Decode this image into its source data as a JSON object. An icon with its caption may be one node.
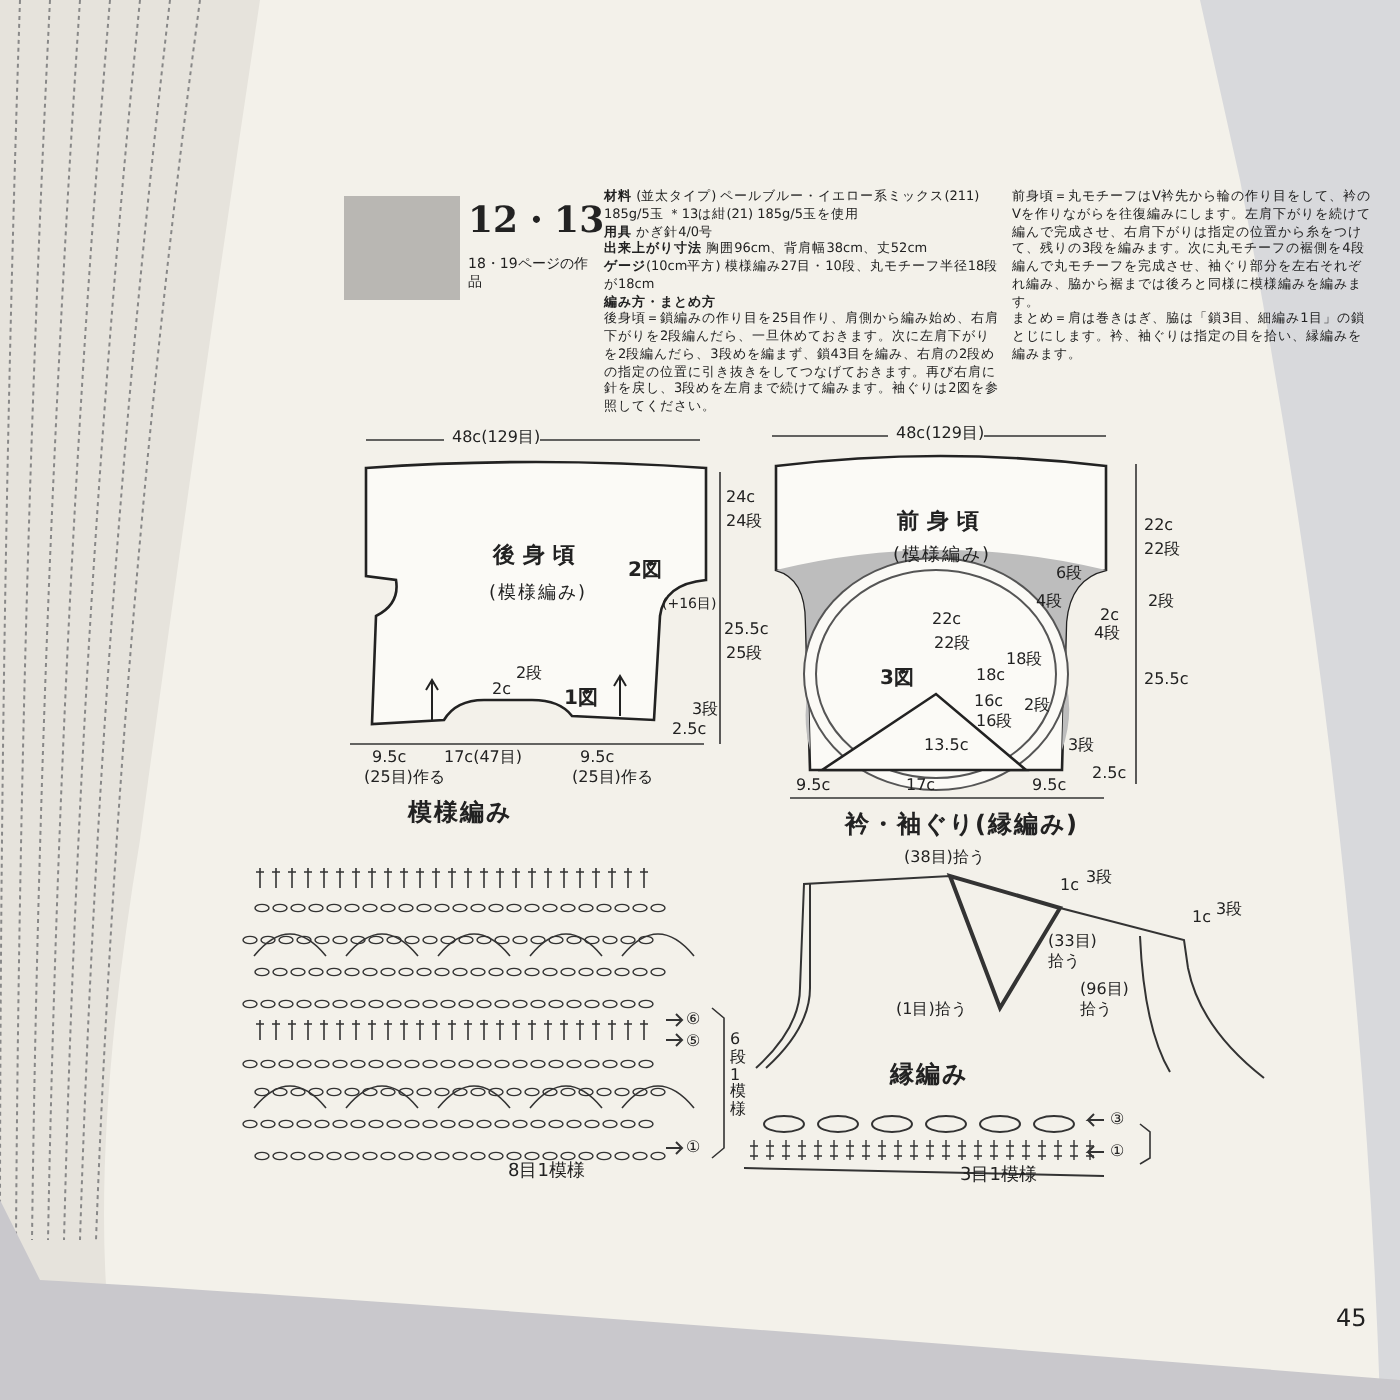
{
  "diagram": {
    "nodes": [
      {
        "text": [],
        "shape": "box"
      },
      {
        "text": [
          "後身頃",
          "(模様編み)"
        ]
      },
      {
        "text": [
          "前身頃",
          "(模様編み)"
        ]
      },
      {
        "text": [
          "模様編み"
        ]
      },
      {
        "text": [
          "衿・袖ぐり(縁編み)"
        ]
      },
      {
        "text": [
          "縁編み"
        ]
      }
    ],
    "labels": [
      "12・13",
      "18・19ページの作品",
      "**材料** (並太タイプ) ペールブルー・イエロー系ミックス(211) 185g/5玉 ＊13は紺(21) 185g/5玉を使用",
      "**用具** かぎ針4/0号",
      "**出来上がり寸法** 胸囲96cm、背肩幅38cm、丈52cm",
      "**ゲージ**(10cm平方) 模様編み27目・10段、丸モチーフ半径18段が18cm",
      "編み方・まとめ方",
      "後身頃＝鎖編みの作り目を25目作り、肩側から編み始め、右肩下がりを2段編んだら、一旦休めておきます。次に左肩下がりを2段編んだら、3段めを編まず、鎖43目を編み、右肩の2段めの指定の位置に引き抜きをしてつなげておきます。再び右肩に針を戻し、3段めを左肩まで続けて編みます。袖ぐりは2図を参照してください。",
      "前身頃＝丸モチーフはV衿先から輪の作り目をして、衿のVを作りながらを往復編みにします。左肩下がりを続けて編んで完成させ、右肩下がりは指定の位置から糸をつけて、残りの3段を編みます。次に丸モチーフの裾側を4段編んで丸モチーフを完成させ、袖ぐり部分を左右それぞれ編み、脇から裾までは後ろと同様に模様編みを編みます。",
      "まとめ＝肩は巻きはぎ、脇は「鎖3目、細編み1目」の鎖とじにします。衿、袖ぐりは指定の目を拾い、縁編みを編みます。",
      "48c(129目)",
      "24c",
      "24段",
      "2図",
      "(+16目)",
      "25.5c",
      "25段",
      "2c",
      "2段",
      "1図",
      "2.5c",
      "3段",
      "9.5c",
      "(25目)作る",
      "17c(47目)",
      "9.5c",
      "(25目)作る",
      "48c(129目)",
      "22c",
      "22段",
      "2c",
      "2段",
      "6段",
      "4段",
      "4段",
      "25.5c",
      "2.5c",
      "3段",
      "22c",
      "22段",
      "3図",
      "18c",
      "18段",
      "16c",
      "16段",
      "13.5c",
      "2段",
      "9.5c",
      "17c",
      "9.5c",
      "⑥",
      "⑤",
      "6段1模様",
      "①",
      "8目1模様",
      "(38目)拾う",
      "1c",
      "3段",
      "(33目)拾う",
      "(1目)拾う",
      "1c",
      "3段",
      "(96目)拾う",
      "③",
      "①",
      "3目1模様",
      "45"
    ]
  }
}
